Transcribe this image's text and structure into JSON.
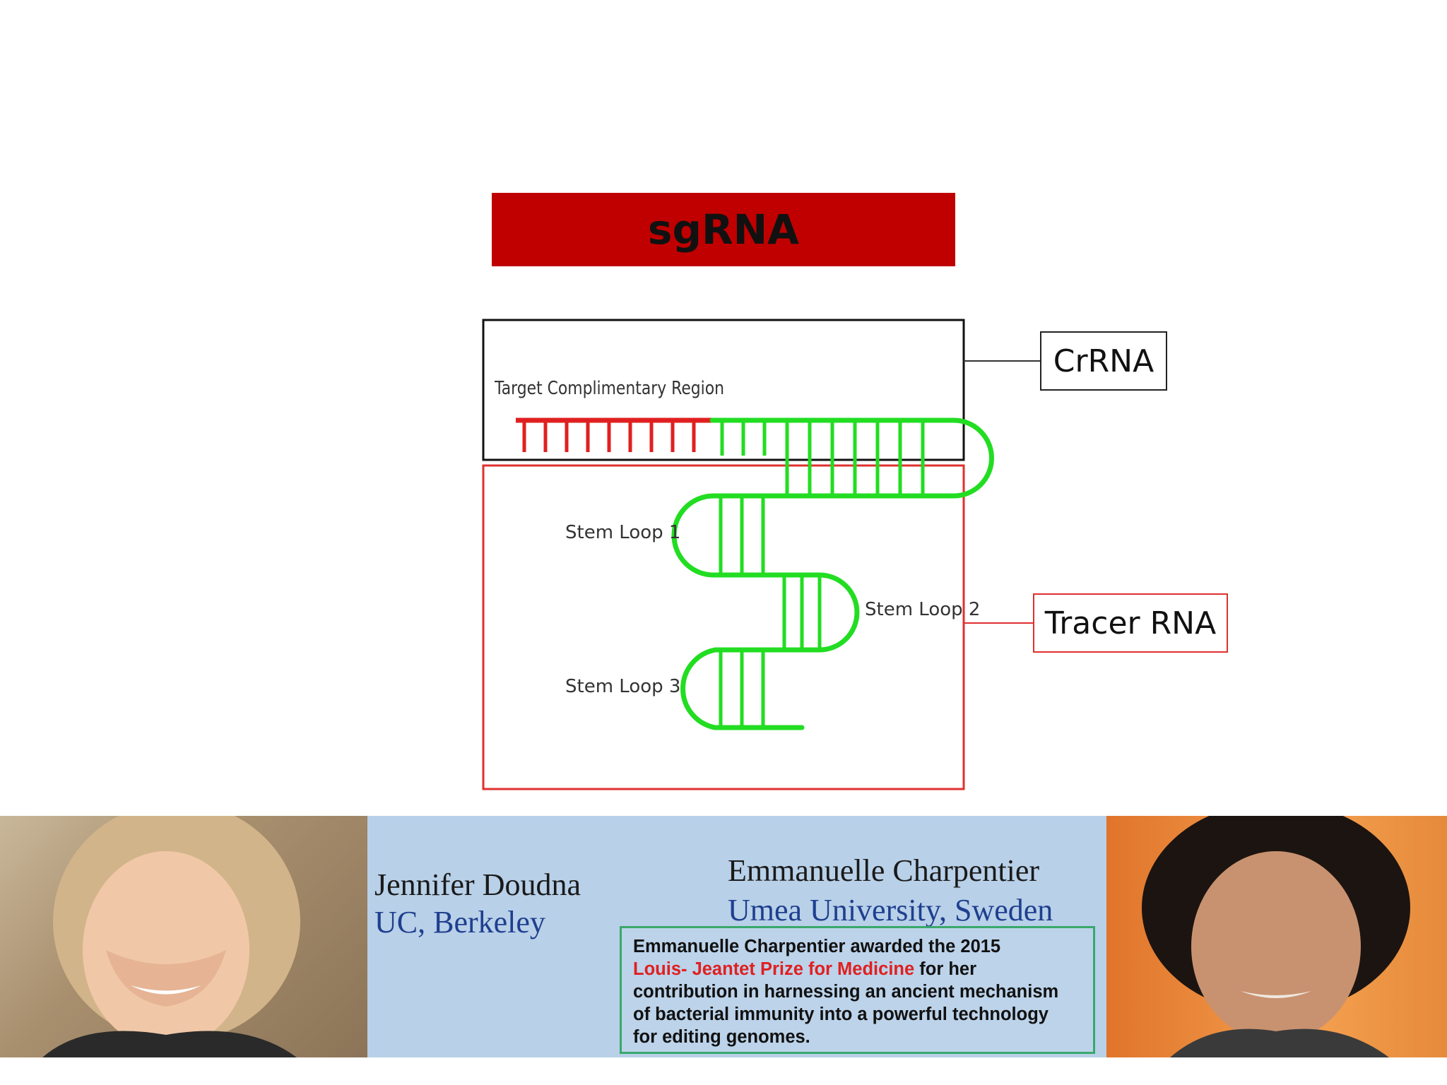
{
  "title": "sgRNA",
  "diagram": {
    "target_region_label": "Target Complimentary Region",
    "stem_loops": [
      "Stem Loop 1",
      "Stem Loop 2",
      "Stem Loop 3"
    ],
    "crrna_label": "CrRNA",
    "tracer_label": "Tracer RNA",
    "colors": {
      "target": "#e02020",
      "rna": "#22dd22",
      "crrna_box": "#111111",
      "tracer_box": "#e03030"
    }
  },
  "banner": {
    "person1": {
      "name": "Jennifer Doudna",
      "institution": "UC, Berkeley"
    },
    "person2": {
      "name": "Emmanuelle Charpentier",
      "institution": "Umea University, Sweden"
    },
    "prize": {
      "line1": "Emmanuelle Charpentier awarded the 2015",
      "highlight": "Louis- Jeantet Prize for Medicine",
      "after_highlight": " for her",
      "line3": "contribution in harnessing an ancient mechanism",
      "line4": "of bacterial immunity into a powerful technology",
      "line5": "for editing genomes."
    }
  }
}
